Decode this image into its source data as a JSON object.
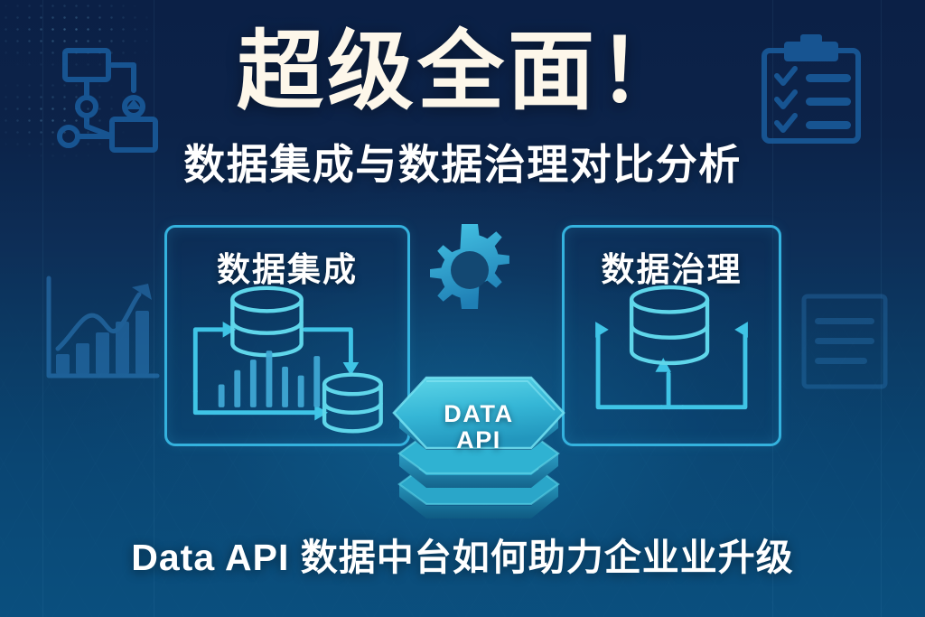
{
  "headline": "超级全面！",
  "subheadline": "数据集成与数据治理对比分析",
  "footer_caption": "Data API 数据中台如何助力企业业升级",
  "center_badge": {
    "line1": "DATA",
    "line2": "API",
    "icon": "hexagon-stack-icon"
  },
  "center_gear_icon": "gear-icon",
  "panels": [
    {
      "id": "data-integration",
      "title": "数据集成",
      "icons": [
        "database-cylinder-icon",
        "bar-chart-icon",
        "arrow-flow-icon"
      ]
    },
    {
      "id": "data-governance",
      "title": "数据治理",
      "icons": [
        "database-cylinder-icon",
        "circular-arrow-flow-icon"
      ]
    }
  ],
  "decorations": [
    {
      "id": "flowchart",
      "icon": "flowchart-icon"
    },
    {
      "id": "checklist",
      "icon": "clipboard-checklist-icon"
    },
    {
      "id": "growth",
      "icon": "growth-bar-chart-icon"
    },
    {
      "id": "document",
      "icon": "document-lines-icon"
    }
  ],
  "colors": {
    "bg_top": "#0b2046",
    "bg_bottom": "#0a4f7e",
    "accent_cyan": "#34b2de",
    "accent_light": "#5fd6ea",
    "headline_cream": "#fdf7ea",
    "text_white": "#ffffff",
    "deco_blue": "#14538f"
  }
}
